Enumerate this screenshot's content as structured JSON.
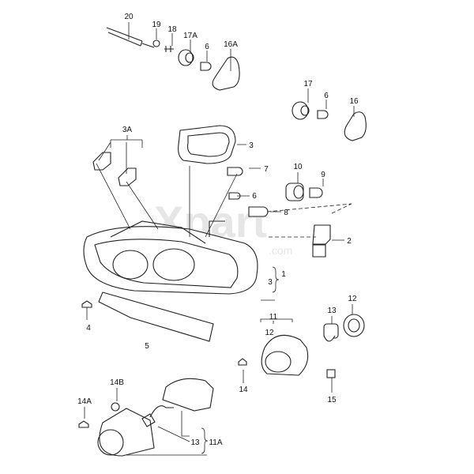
{
  "watermark": {
    "main": "Xpart",
    "sub": ".com"
  },
  "labels": [
    "20",
    "19",
    "18",
    "17A",
    "6",
    "16A",
    "17",
    "6",
    "16",
    "3A",
    "3",
    "7",
    "6",
    "10",
    "9",
    "8",
    "2",
    "1",
    "3",
    "4",
    "5",
    "11",
    "12",
    "13",
    "12",
    "14",
    "15",
    "14B",
    "14A",
    "13",
    "11A"
  ]
}
